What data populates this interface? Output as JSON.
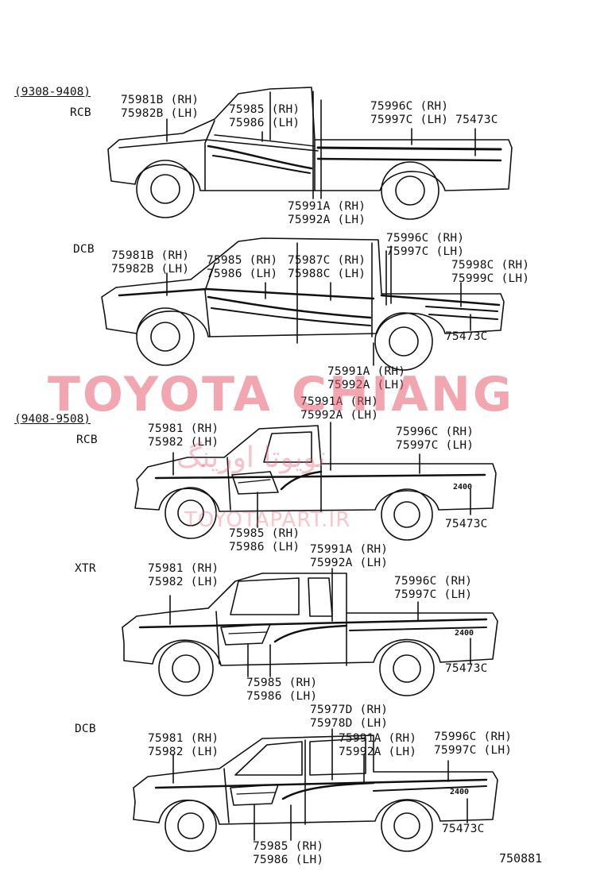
{
  "sections": [
    {
      "period": "(9308-9408)",
      "type": "RCB"
    },
    {
      "type": "DCB"
    },
    {
      "period": "(9408-9508)",
      "type": "RCB"
    },
    {
      "type": "XTR"
    },
    {
      "type": "DCB"
    }
  ],
  "labels": {
    "s1_a": "75981B (RH)\n75982B (LH)",
    "s1_b": "75985 (RH)\n75986 (LH)",
    "s1_c": "75996C (RH)\n75997C (LH) 75473C",
    "s1_d": "75991A (RH)\n75992A (LH)",
    "s2_a": "75981B (RH)\n75982B (LH)",
    "s2_b": "75985 (RH)\n75986 (LH)",
    "s2_c": "75987C (RH)\n75988C (LH)",
    "s2_d": "75996C (RH)\n75997C (LH)",
    "s2_e": "75998C (RH)\n75999C (LH)",
    "s2_f": "75473C",
    "s2_g": "75991A (RH)\n75992A (LH)",
    "s3_a": "75991A (RH)\n75992A (LH)",
    "s3_b": "75981 (RH)\n75982 (LH)",
    "s3_c": "75996C (RH)\n75997C (LH)",
    "s3_d": "75473C",
    "s3_e": "75985 (RH)\n75986 (LH)",
    "s4_a": "75991A (RH)\n75992A (LH)",
    "s4_b": "75981 (RH)\n75982 (LH)",
    "s4_c": "75996C (RH)\n75997C (LH)",
    "s4_d": "75473C",
    "s4_e": "75985 (RH)\n75986 (LH)",
    "s5_a": "75977D (RH)\n75978D (LH)",
    "s5_b": "75981 (RH)\n75982 (LH)",
    "s5_c": "75991A (RH)\n75992A (LH)",
    "s5_d": "75996C (RH)\n75997C (LH)",
    "s5_e": "75473C",
    "s5_f": "75985 (RH)\n75986 (LH)"
  },
  "decal_text": "2400",
  "diagram_code": "750881",
  "watermark": {
    "main": "TOYOTA CHIANG",
    "persian": "تویوتا اورینگ",
    "url": "TOYOTAPART.IR"
  }
}
